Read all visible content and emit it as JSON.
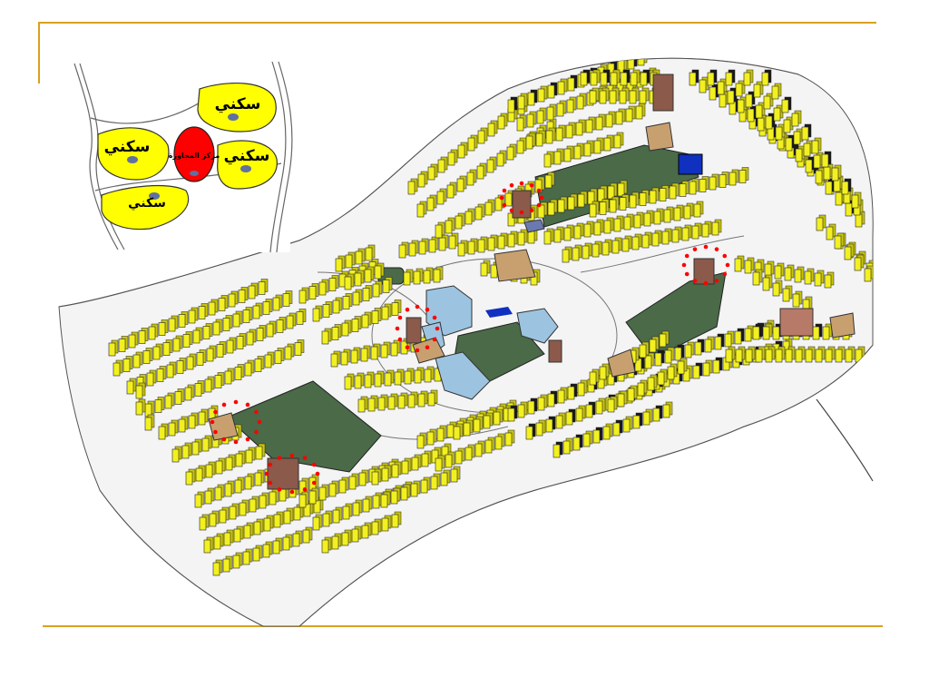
{
  "slide": {
    "accent_color": "#d9a020"
  },
  "key_map": {
    "zones": [
      {
        "label": "سكني",
        "color": "#ffff00"
      },
      {
        "label": "سكني",
        "color": "#ffff00"
      },
      {
        "label": "سكني",
        "color": "#ffff00"
      },
      {
        "label": "سكني",
        "color": "#ffff00"
      }
    ],
    "center": {
      "label": "مركز المجاورة",
      "color": "#ff0000"
    }
  },
  "site_plan": {
    "colors": {
      "housing": "#f2f020",
      "housing_shade": "#1a1a1a",
      "green_space": "#4a6a48",
      "service": "#8b5a4a",
      "service_light": "#c8a070",
      "civic": "#9cc4e0",
      "civic_accent": "#1030c0",
      "marker": "#ff0000"
    }
  }
}
